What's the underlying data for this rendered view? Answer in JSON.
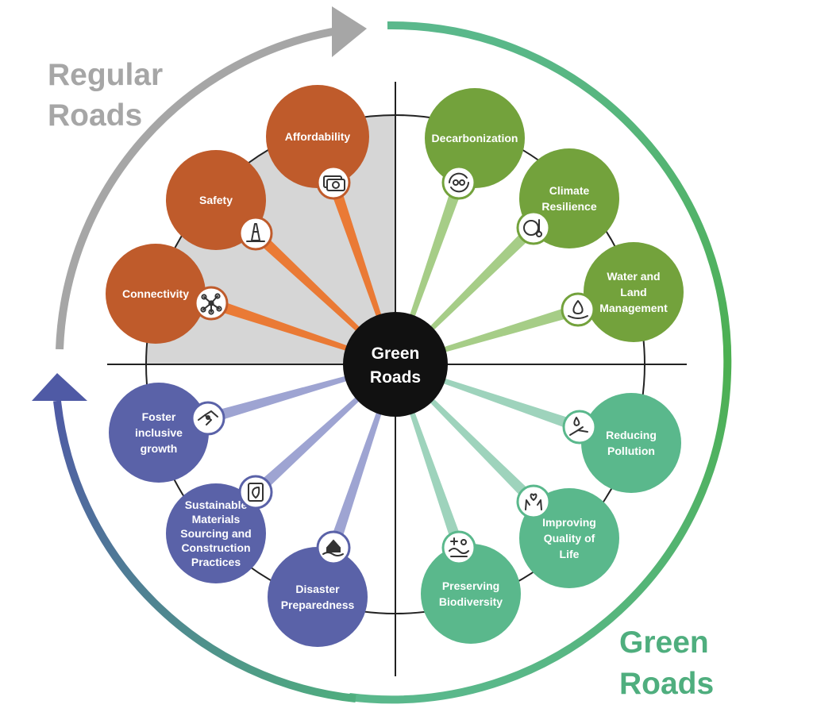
{
  "center": {
    "lines": [
      "Green",
      "Roads"
    ]
  },
  "corner_labels": {
    "regular": {
      "lines": [
        "Regular",
        "Roads"
      ]
    },
    "green": {
      "lines": [
        "Green",
        "Roads"
      ]
    }
  },
  "colors": {
    "orange": "#bf5b2b",
    "orange_spoke": "#ea7a35",
    "green_dark": "#73a23c",
    "green_spoke": "#a6cd87",
    "green_teal": "#5ab88c",
    "teal_spoke": "#9ed3bc",
    "blue": "#5a62a8",
    "blue_spoke": "#9ea4d2",
    "gray_text": "#a6a6a6",
    "green_text": "#4fae7e",
    "quadrant_fill": "#d6d6d6"
  },
  "nodes": [
    {
      "key": "affordability",
      "lines": [
        "Affordability"
      ],
      "icon": "cash-icon",
      "group": "orange"
    },
    {
      "key": "safety",
      "lines": [
        "Safety"
      ],
      "icon": "traffic-cone-icon",
      "group": "orange"
    },
    {
      "key": "connectivity",
      "lines": [
        "Connectivity"
      ],
      "icon": "network-icon",
      "group": "orange"
    },
    {
      "key": "decarbonization",
      "lines": [
        "Decarbonization"
      ],
      "icon": "co2-cycle-icon",
      "group": "green_dark"
    },
    {
      "key": "climate-resilience",
      "lines": [
        "Climate",
        "Resilience"
      ],
      "icon": "thermometer-globe-icon",
      "group": "green_dark"
    },
    {
      "key": "water-land",
      "lines": [
        "Water and",
        "Land",
        "Management"
      ],
      "icon": "water-drop-icon",
      "group": "green_dark"
    },
    {
      "key": "reducing-pollution",
      "lines": [
        "Reducing",
        "Pollution"
      ],
      "icon": "hand-drop-icon",
      "group": "green_teal"
    },
    {
      "key": "quality-of-life",
      "lines": [
        "Improving",
        "Quality of",
        "Life"
      ],
      "icon": "raised-hands-icon",
      "group": "green_teal"
    },
    {
      "key": "biodiversity",
      "lines": [
        "Preserving",
        "Biodiversity"
      ],
      "icon": "ecosystem-icon",
      "group": "green_teal"
    },
    {
      "key": "inclusive-growth",
      "lines": [
        "Foster",
        "inclusive",
        "growth"
      ],
      "icon": "hands-together-icon",
      "group": "blue"
    },
    {
      "key": "sustainable-materials",
      "lines": [
        "Sustainable",
        "Materials",
        "Sourcing and",
        "Construction",
        "Practices"
      ],
      "icon": "leaf-document-icon",
      "group": "blue"
    },
    {
      "key": "disaster-preparedness",
      "lines": [
        "Disaster",
        "Preparedness"
      ],
      "icon": "flood-house-icon",
      "group": "blue"
    }
  ]
}
